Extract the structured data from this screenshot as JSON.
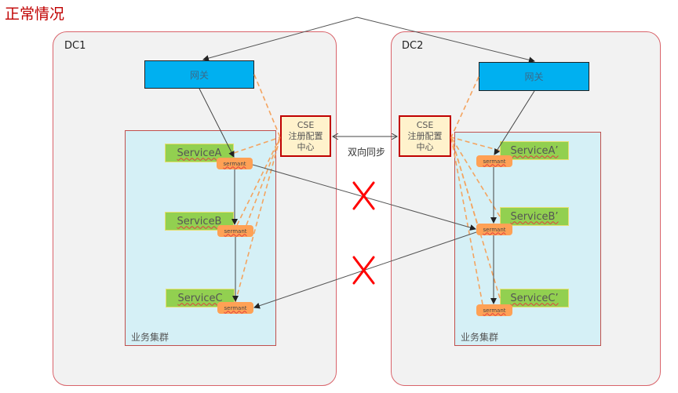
{
  "title": "正常情况",
  "datacenters": [
    {
      "label": "DC1",
      "gateway": "网关",
      "cluster_label": "业务集群",
      "cse": [
        "CSE",
        "注册配置",
        "中心"
      ],
      "services": [
        "ServiceA",
        "ServiceB",
        "ServiceC"
      ],
      "agent": "sermant"
    },
    {
      "label": "DC2",
      "gateway": "网关",
      "cluster_label": "业务集群",
      "cse": [
        "CSE",
        "注册配置",
        "中心"
      ],
      "services": [
        "ServiceA’",
        "ServiceB’",
        "ServiceC’"
      ],
      "agent": "sermant"
    }
  ],
  "sync_label": "双向同步",
  "blocked_marker": "✕",
  "colors": {
    "title": "#c00000",
    "gateway": "#00b0f0",
    "service": "#92d050",
    "sermant": "#ffa155",
    "cse_fill": "#fff2cc",
    "cse_border": "#c00000",
    "cluster_fill": "#d5f0f6",
    "dc_fill": "#f2f2f2",
    "blocked": "#ff0000",
    "config_link": "#f4a460"
  }
}
